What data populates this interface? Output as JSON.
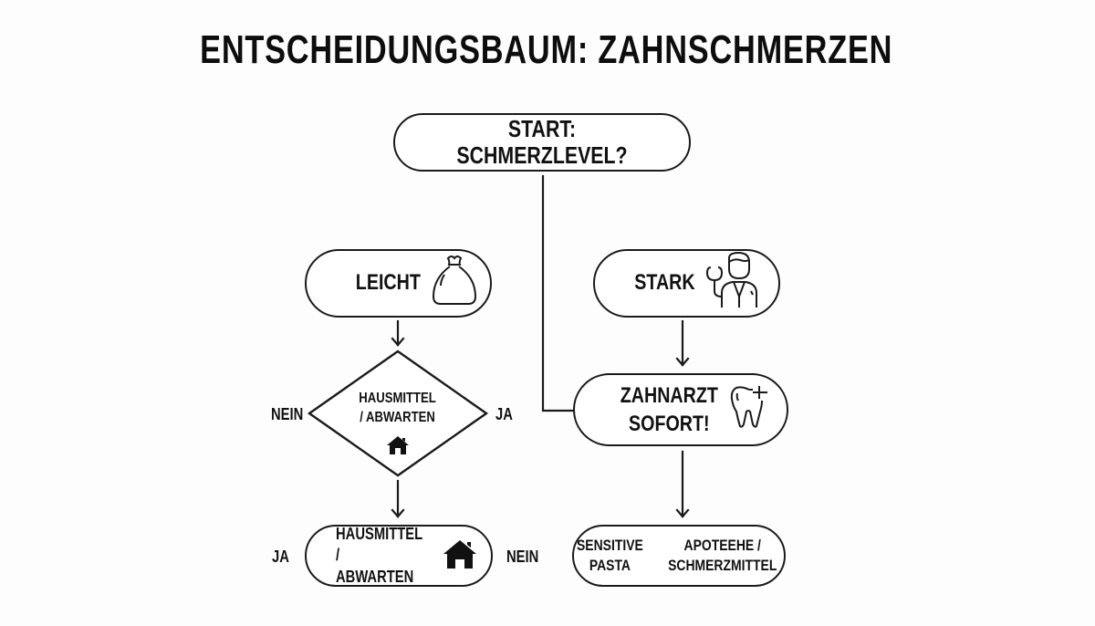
{
  "title": "ENTSCHEIDUNGSBAUM: ZAHNSCHMERZEN",
  "nodes": {
    "start": {
      "label": "START: SCHMERZLEVEL?"
    },
    "leicht": {
      "label": "LEICHT",
      "icon": "bag-icon"
    },
    "stark": {
      "label": "STARK",
      "icon": "doctor-icon"
    },
    "decision": {
      "line1": "HAUSMITTEL",
      "line2": "/ ABWARTEN",
      "icon": "house-icon",
      "left_label": "NEIN",
      "right_label": "JA"
    },
    "zahnarzt": {
      "line1": "ZAHNARZT",
      "line2": "SOFORT!",
      "icon": "tooth-icon"
    },
    "hausmittel": {
      "line1": "HAUSMITTEL /",
      "line2": "ABWARTEN",
      "icon": "house-icon",
      "left_label": "JA",
      "right_label": "NEIN"
    },
    "apotheke": {
      "col1_line1": "SENSITIVE",
      "col1_line2": "PASTA",
      "col2_line1": "APOTEEHE /",
      "col2_line2": "SCHMERZMITTEL"
    }
  },
  "colors": {
    "stroke": "#1a1a1a",
    "background": "#fdfdfd"
  }
}
